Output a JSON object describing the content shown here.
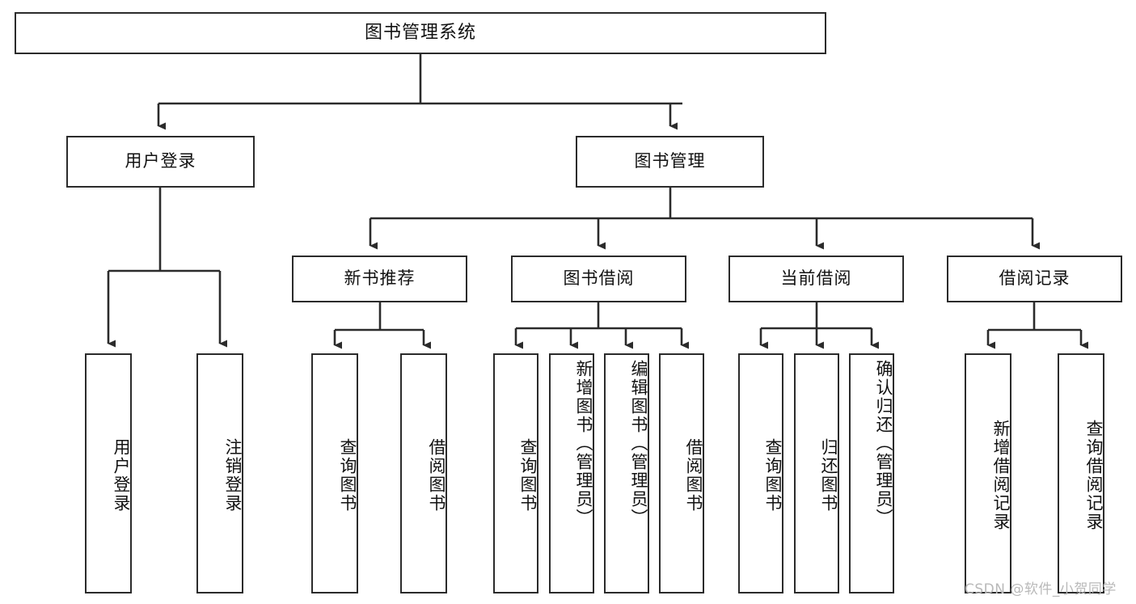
{
  "diagram": {
    "type": "tree-hierarchy",
    "title": "图书管理系统",
    "root": {
      "label": "图书管理系统"
    },
    "level2": [
      {
        "id": "user-login",
        "label": "用户登录"
      },
      {
        "id": "book-manage",
        "label": "图书管理"
      }
    ],
    "level3": [
      {
        "id": "new-book-recommend",
        "label": "新书推荐"
      },
      {
        "id": "book-borrow",
        "label": "图书借阅"
      },
      {
        "id": "current-borrow",
        "label": "当前借阅"
      },
      {
        "id": "borrow-record",
        "label": "借阅记录"
      }
    ],
    "leaves": {
      "user_login": [
        {
          "id": "leaf-user-login",
          "label": "用户登录"
        },
        {
          "id": "leaf-logout",
          "label": "注销登录"
        }
      ],
      "new_book_recommend": [
        {
          "id": "leaf-query-book-1",
          "label": "查询图书"
        },
        {
          "id": "leaf-borrow-book-1",
          "label": "借阅图书"
        }
      ],
      "book_borrow": [
        {
          "id": "leaf-query-book-2",
          "label": "查询图书"
        },
        {
          "id": "leaf-add-book",
          "label": "新增图书（管理员）"
        },
        {
          "id": "leaf-edit-book",
          "label": "编辑图书（管理员）"
        },
        {
          "id": "leaf-borrow-book-2",
          "label": "借阅图书"
        }
      ],
      "current_borrow": [
        {
          "id": "leaf-query-book-3",
          "label": "查询图书"
        },
        {
          "id": "leaf-return-book",
          "label": "归还图书"
        },
        {
          "id": "leaf-confirm-return",
          "label": "确认归还（管理员）"
        }
      ],
      "borrow_record": [
        {
          "id": "leaf-add-record",
          "label": "新增借阅记录"
        },
        {
          "id": "leaf-query-record",
          "label": "查询借阅记录"
        }
      ]
    }
  },
  "watermark": {
    "text": "CSDN @软件_小贺同学"
  },
  "colors": {
    "stroke": "#2b2b2b",
    "background": "#ffffff",
    "text": "#111111",
    "watermark": "#b9b9b9"
  }
}
